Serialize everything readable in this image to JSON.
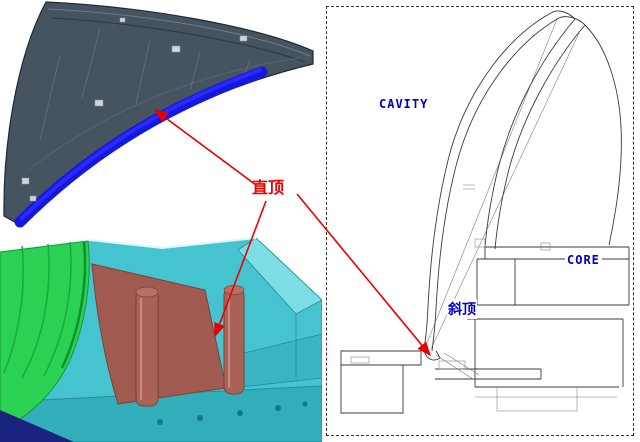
{
  "labels": {
    "cavity": "CAVITY",
    "core": "CORE",
    "lifter": "斜顶",
    "straight_ejector": "直顶"
  },
  "colors": {
    "label-blue": "#0000c8",
    "label-red": "#ee0000",
    "arrow-red": "#e80000",
    "panel-body": "#46545f",
    "panel-edge-blue": "#1418e0",
    "mold-teal": "#45c4cf",
    "mold-teal-dark": "#32aebb",
    "mold-green": "#2bd152",
    "insert-maroon": "#a15a50",
    "base-navy": "#19227d"
  }
}
